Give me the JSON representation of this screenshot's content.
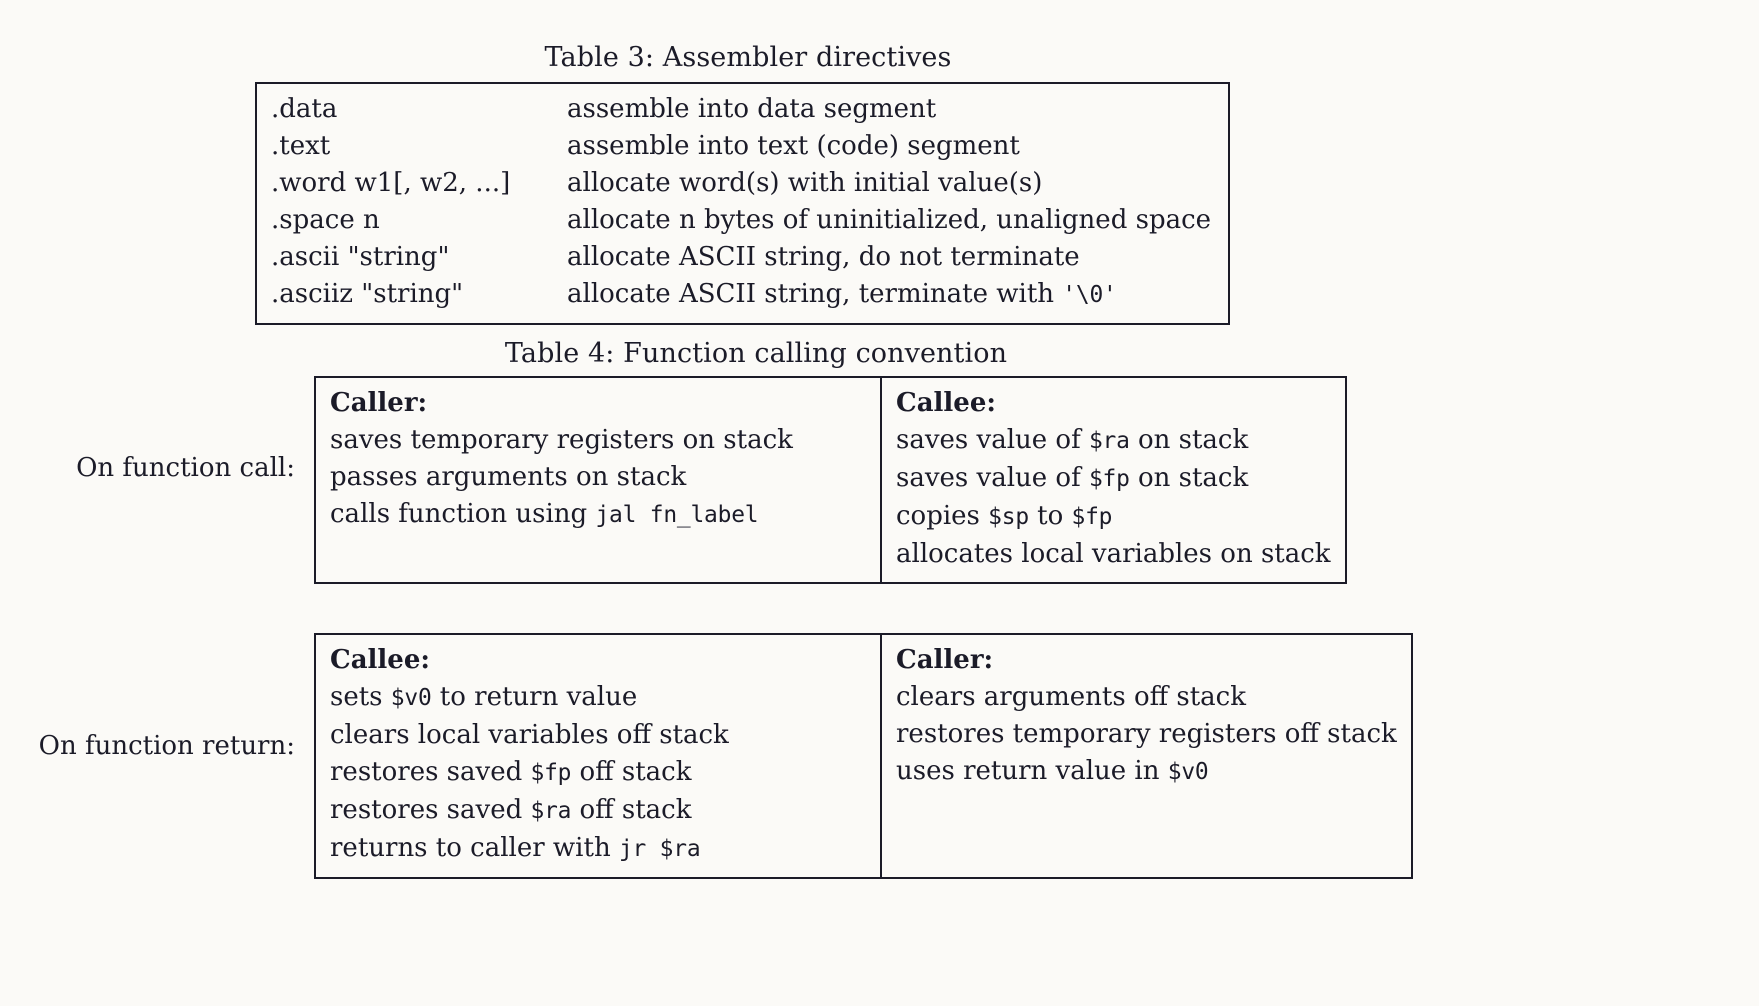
{
  "document": {
    "type": "latex-tables",
    "background_color": "#fbfaf7",
    "text_color": "#1b1b28"
  },
  "table3": {
    "caption": "Table 3: Assembler directives",
    "rows": [
      {
        "directive": ".data",
        "description": "assemble into data segment"
      },
      {
        "directive": ".text",
        "description": "assemble into text (code) segment"
      },
      {
        "directive": ".word w1[, w2, ...]",
        "description": "allocate word(s) with initial value(s)"
      },
      {
        "directive": ".space n",
        "description": "allocate n bytes of uninitialized, unaligned space"
      },
      {
        "directive": ".ascii \"string\"",
        "description": "allocate ASCII string, do not terminate"
      },
      {
        "directive": ".asciiz \"string\"",
        "description_pre": "allocate ASCII string, terminate with ",
        "description_code": "'\\0'"
      }
    ]
  },
  "table4": {
    "caption": "Table 4: Function calling convention",
    "row_label": "On function call:",
    "left_column": {
      "heading": "Caller:",
      "items": [
        {
          "text": "saves temporary registers on stack"
        },
        {
          "text": "passes arguments on stack"
        },
        {
          "pre": "calls function using ",
          "code": "jal fn_label"
        }
      ]
    },
    "right_column": {
      "heading": "Callee:",
      "items": [
        {
          "pre": "saves value of ",
          "code": "$ra",
          "post": " on stack"
        },
        {
          "pre": "saves value of ",
          "code": "$fp",
          "post": " on stack"
        },
        {
          "pre": "copies ",
          "code": "$sp",
          "post": " to ",
          "code2": "$fp"
        },
        {
          "text": "allocates local variables on stack"
        }
      ]
    }
  },
  "table5": {
    "row_label": "On function return:",
    "left_column": {
      "heading": "Callee:",
      "items": [
        {
          "pre": "sets ",
          "code": "$v0",
          "post": " to return value"
        },
        {
          "text": "clears local variables off stack"
        },
        {
          "pre": "restores saved ",
          "code": "$fp",
          "post": " off stack"
        },
        {
          "pre": "restores saved ",
          "code": "$ra",
          "post": " off stack"
        },
        {
          "pre": "returns to caller with ",
          "code": "jr $ra"
        }
      ]
    },
    "right_column": {
      "heading": "Caller:",
      "items": [
        {
          "text": "clears arguments off stack"
        },
        {
          "text": "restores temporary registers off stack"
        },
        {
          "pre": "uses return value in ",
          "code": "$v0"
        }
      ]
    }
  }
}
